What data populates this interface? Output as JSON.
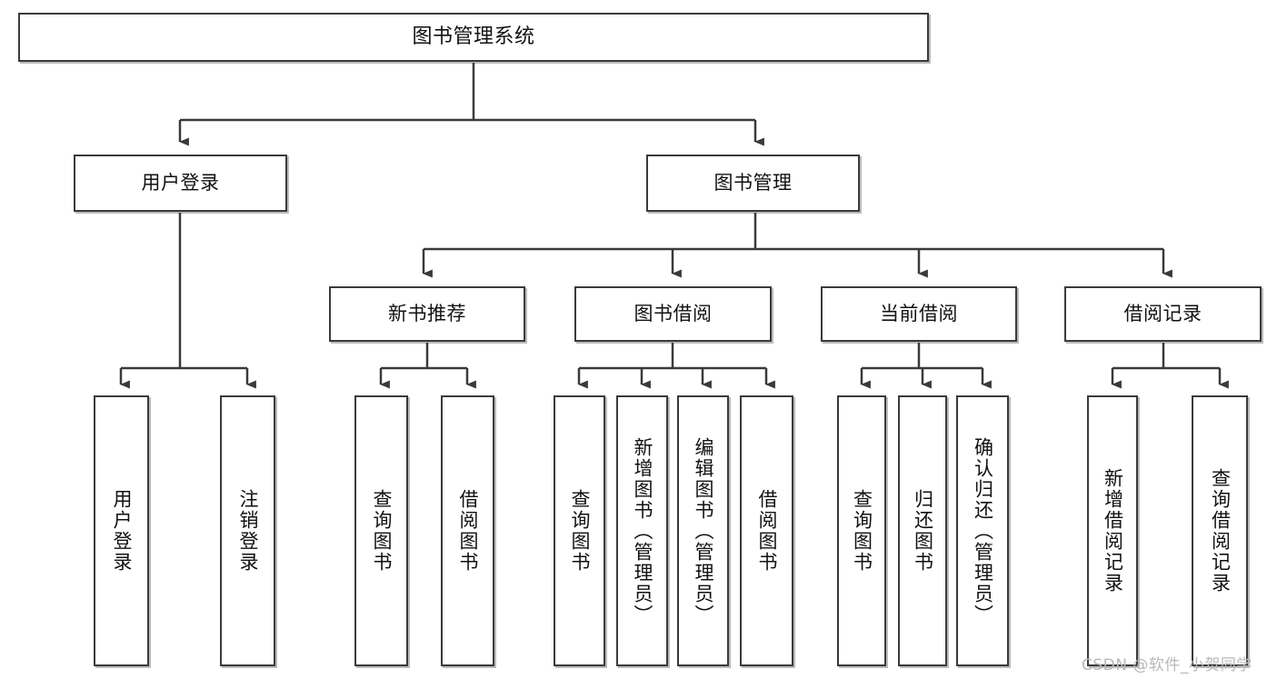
{
  "diagram": {
    "title": "图书管理系统",
    "type": "tree",
    "watermark": "CSDN @软件_小贺同学",
    "colors": {
      "box_border": "#3a3a3a",
      "box_fill": "#ffffff",
      "edge": "#3a3a3a",
      "text": "#111111",
      "watermark": "#b8b8b8"
    },
    "nodes": {
      "root": {
        "label": "图书管理系统"
      },
      "level2": [
        {
          "id": "user-login",
          "label": "用户登录"
        },
        {
          "id": "book-manage",
          "label": "图书管理"
        }
      ],
      "level3": [
        {
          "id": "new-book-recommend",
          "label": "新书推荐"
        },
        {
          "id": "book-borrow",
          "label": "图书借阅"
        },
        {
          "id": "current-borrow",
          "label": "当前借阅"
        },
        {
          "id": "borrow-record",
          "label": "借阅记录"
        }
      ],
      "leaves": {
        "user-login": [
          {
            "id": "leaf-user-login",
            "label": "用户登录"
          },
          {
            "id": "leaf-logout-login",
            "label": "注销登录"
          }
        ],
        "new-book-recommend": [
          {
            "id": "leaf-query-book-1",
            "label": "查询图书"
          },
          {
            "id": "leaf-borrow-book-1",
            "label": "借阅图书"
          }
        ],
        "book-borrow": [
          {
            "id": "leaf-query-book-2",
            "label": "查询图书"
          },
          {
            "id": "leaf-add-book",
            "label": "新增图书（管理员）"
          },
          {
            "id": "leaf-edit-book",
            "label": "编辑图书（管理员）"
          },
          {
            "id": "leaf-borrow-book-2",
            "label": "借阅图书"
          }
        ],
        "current-borrow": [
          {
            "id": "leaf-query-book-3",
            "label": "查询图书"
          },
          {
            "id": "leaf-return-book",
            "label": "归还图书"
          },
          {
            "id": "leaf-confirm-return",
            "label": "确认归还（管理员）"
          }
        ],
        "borrow-record": [
          {
            "id": "leaf-add-record",
            "label": "新增借阅记录"
          },
          {
            "id": "leaf-query-record",
            "label": "查询借阅记录"
          }
        ]
      }
    }
  }
}
